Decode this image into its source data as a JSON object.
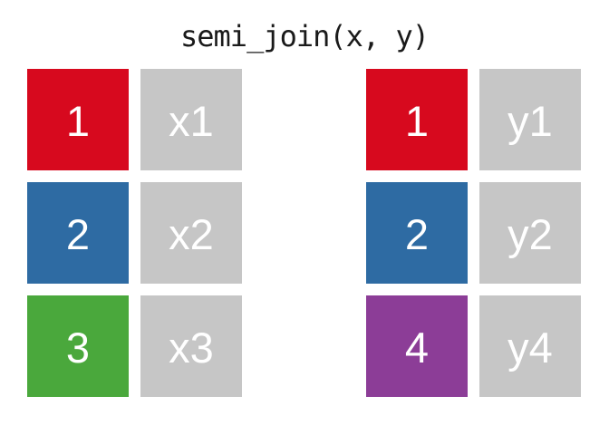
{
  "title": "semi_join(x, y)",
  "colors": {
    "red": "#D7091E",
    "blue": "#2E6BA3",
    "green": "#4AA83C",
    "purple": "#8C3D97",
    "gray": "#C6C6C6",
    "label_text": "#FFFFFF",
    "title_text": "#1A1A1A",
    "background": "#FFFFFF"
  },
  "tables": {
    "x": {
      "name": "x",
      "rows": [
        {
          "key": "1",
          "key_color": "#D7091E",
          "value": "x1"
        },
        {
          "key": "2",
          "key_color": "#2E6BA3",
          "value": "x2"
        },
        {
          "key": "3",
          "key_color": "#4AA83C",
          "value": "x3"
        }
      ]
    },
    "y": {
      "name": "y",
      "rows": [
        {
          "key": "1",
          "key_color": "#D7091E",
          "value": "y1"
        },
        {
          "key": "2",
          "key_color": "#2E6BA3",
          "value": "y2"
        },
        {
          "key": "4",
          "key_color": "#8C3D97",
          "value": "y4"
        }
      ]
    }
  }
}
